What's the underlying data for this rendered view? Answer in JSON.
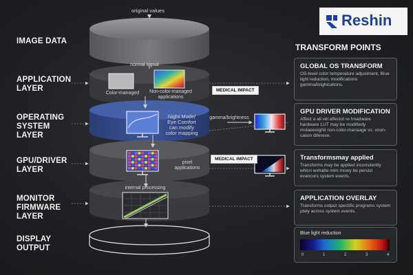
{
  "top_caption": "original values",
  "logo": {
    "text": "Reshin",
    "mark": "R-logo-icon",
    "color": "#1f3f9a"
  },
  "layers": [
    {
      "label": "IMAGE DATA"
    },
    {
      "label": "APPLICATION\nLAYER"
    },
    {
      "label": "OPERATING\nSYSTEM\nLAYER"
    },
    {
      "label": "GPU/DRIVER\nLAYER"
    },
    {
      "label": "MONITOR\nFIRMWARE\nLAYER"
    },
    {
      "label": "DISPLAY\nOUTPUT"
    }
  ],
  "app_layer": {
    "normal_signal": "normal signal",
    "color_managed": "Color-managed",
    "non_color_managed": "Non-color-managed\napplications"
  },
  "badges": {
    "medical_impact_1": "MEDICAL IMPACT",
    "medical_impact_2": "MEDICAL IMPACT"
  },
  "os_layer": {
    "night_mode": "Night Mode/\nEye Comfort\ncan modify\ncolor mapping",
    "gamma": "gamma/brightness"
  },
  "gpu_layer": {
    "pixel": "pixel\napplications"
  },
  "monitor_layer": {
    "internal": "internal processing"
  },
  "transform_points": {
    "title": "TRANSFORM POINTS",
    "cards": [
      {
        "title": "GLOBAL OS TRANSFORM",
        "text": "OS-level color temperature adjustment, Blue light reduction, modifications gamma/brighications."
      },
      {
        "title": "GPU DRIVER MODIFICATION",
        "text": "Affect a all vel affectot re hnadware hardware LUT may be modifiedy molaeeoightl non-color-manaage vs. xnon-caiion difereve."
      },
      {
        "title": "Transformsmay applied",
        "text": "Transforms may be applied inconsitently whicn wvhatte mim mowy be persist evancurs system events."
      },
      {
        "title": "APPLICATION OVERLAY",
        "text": "Transforms output spectific programs system ptely across system events."
      }
    ],
    "spectrum": {
      "title": "Blue light reduction",
      "ticks": [
        "0",
        "1",
        "2",
        "3",
        "4"
      ]
    }
  }
}
